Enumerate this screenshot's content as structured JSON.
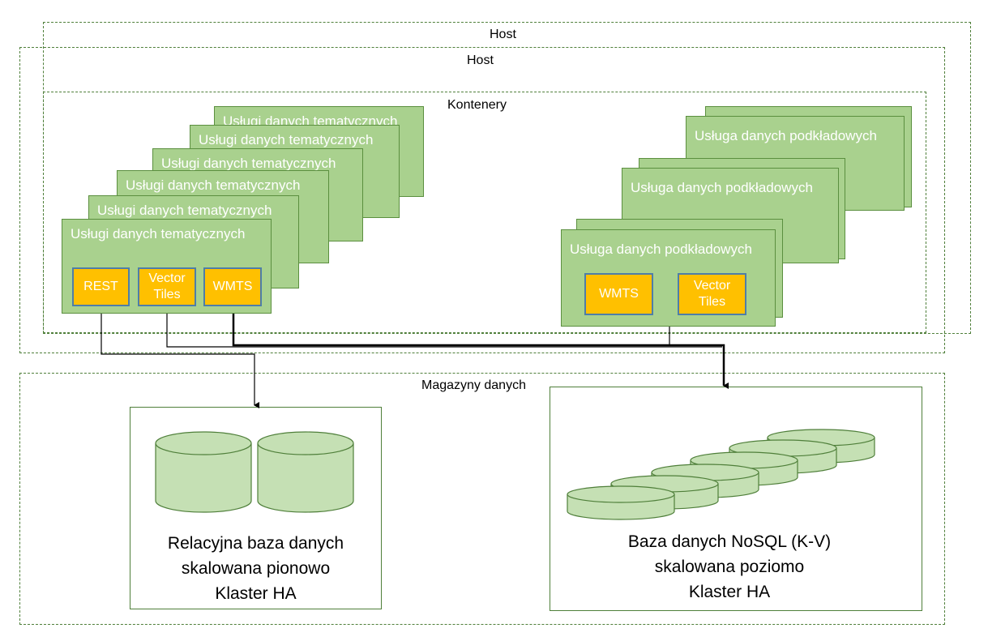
{
  "hosts": {
    "host_back": "Host",
    "host_front": "Host"
  },
  "containers": {
    "label": "Kontenery",
    "thematic_cards": [
      "Usługi danych tematycznych",
      "Usługi danych tematycznych",
      "Usługi danych tematycznych",
      "Usługi danych tematycznych",
      "Usługi danych tematycznych",
      "Usługi danych tematycznych"
    ],
    "thematic_chips": [
      "REST",
      "Vector\nTiles",
      "WMTS"
    ],
    "base_cards": [
      "Usługa danych podkładowych",
      "Usługa danych podkładowych",
      "Usługa danych podkładowych"
    ],
    "base_chips": [
      "WMTS",
      "Vector\nTiles"
    ]
  },
  "storage": {
    "label": "Magazyny danych",
    "relational": {
      "line1": "Relacyjna baza danych",
      "line2": "skalowana pionowo",
      "line3": "Klaster HA"
    },
    "nosql": {
      "line1": "Baza danych NoSQL (K-V)",
      "line2": "skalowana poziomo",
      "line3": "Klaster HA"
    }
  },
  "colors": {
    "card_fill": "#a9d18e",
    "chip_fill": "#ffc000",
    "db_fill": "#c5e0b4",
    "border": "#4f7f3a"
  }
}
